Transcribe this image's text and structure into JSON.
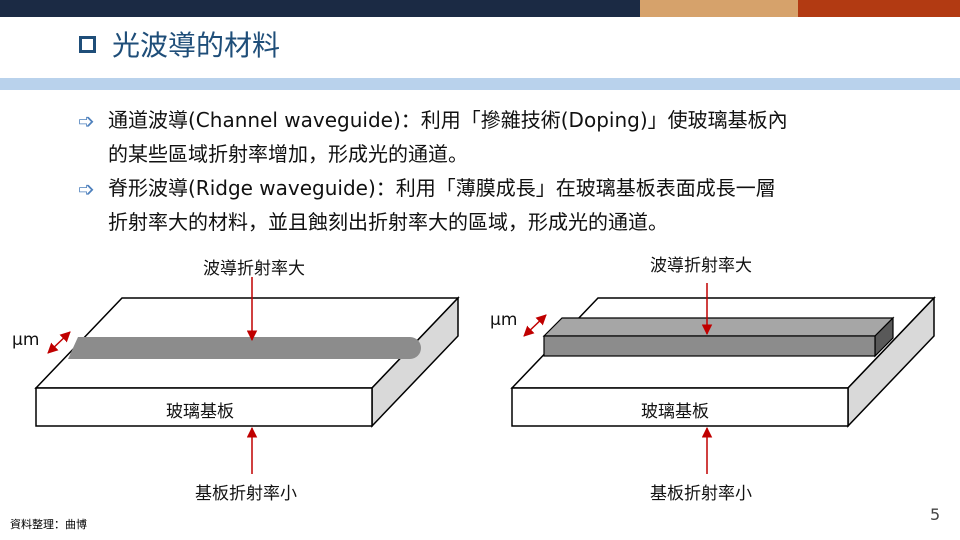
{
  "header": {
    "title": "光波導的材料",
    "bar_colors": [
      "#1b2a44",
      "#d6a26b",
      "#b23a12"
    ]
  },
  "bullets": [
    {
      "icon": "arrow-bullet-icon",
      "line1": "通道波導(Channel waveguide)：利用「摻雜技術(Doping)」使玻璃基板內",
      "line2": "的某些區域折射率增加，形成光的通道。"
    },
    {
      "icon": "arrow-bullet-icon",
      "line1": "脊形波導(Ridge waveguide)：利用「薄膜成長」在玻璃基板表面成長一層",
      "line2": "折射率大的材料，並且蝕刻出折射率大的區域，形成光的通道。"
    }
  ],
  "diagram_left": {
    "top_label": "波導折射率大",
    "dimension_label": "μm",
    "substrate_label": "玻璃基板",
    "bottom_label": "基板折射率小"
  },
  "diagram_right": {
    "top_label": "波導折射率大",
    "dimension_label": "μm",
    "substrate_label": "玻璃基板",
    "bottom_label": "基板折射率小"
  },
  "footer": {
    "credit": "資料整理：曲博",
    "page_number": "5"
  }
}
